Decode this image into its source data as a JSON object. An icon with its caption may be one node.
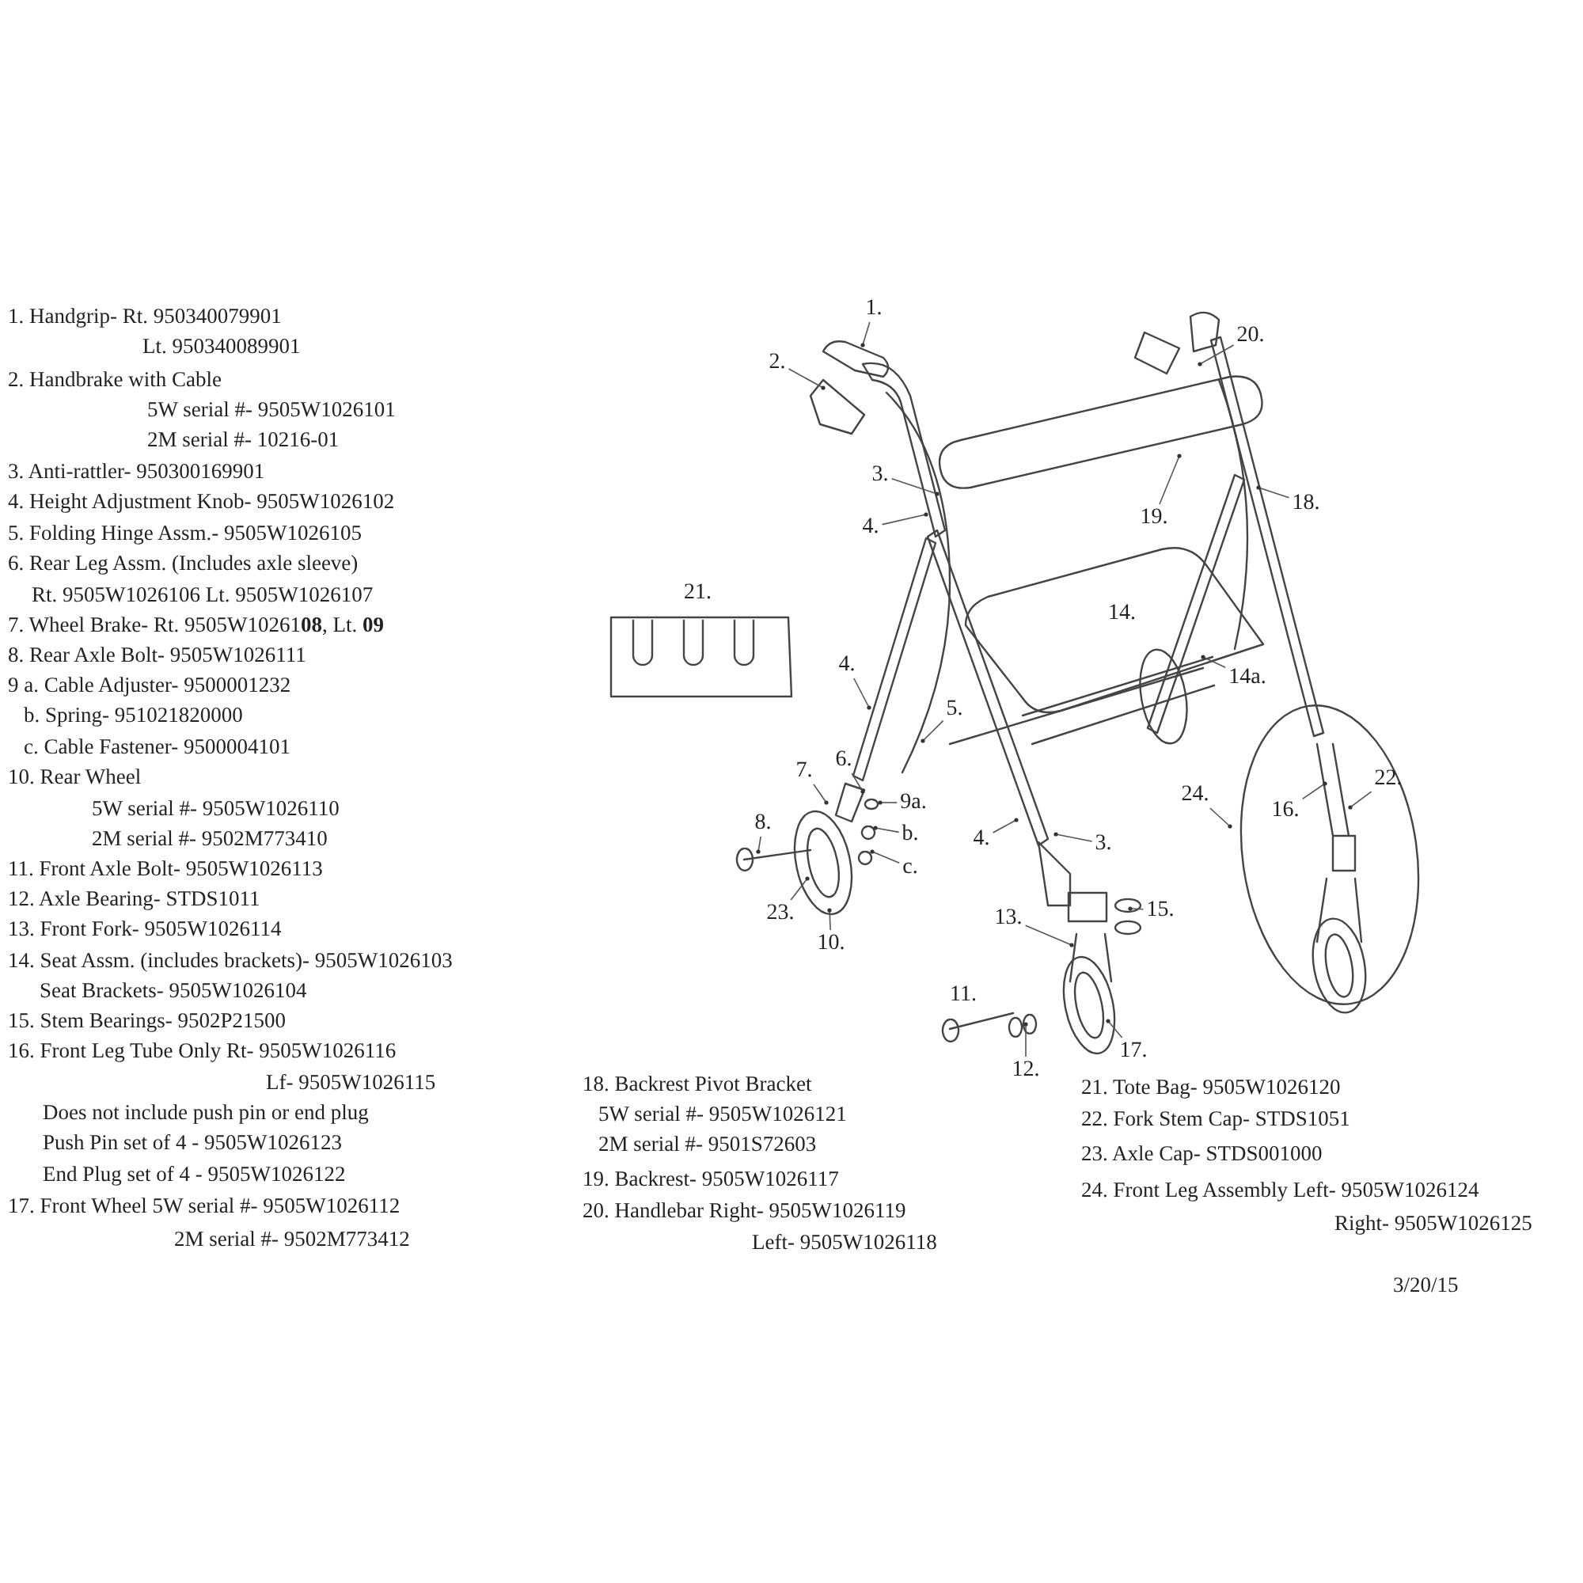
{
  "diagram": {
    "nodes": [
      {
        "text": [
          "1."
        ]
      },
      {
        "text": [
          "2."
        ]
      },
      {
        "text": [
          "20."
        ]
      },
      {
        "text": [
          "3."
        ]
      },
      {
        "text": [
          "18."
        ]
      },
      {
        "text": [
          "19."
        ]
      },
      {
        "text": [
          "4."
        ]
      },
      {
        "text": [
          "14a."
        ]
      },
      {
        "text": [
          "4."
        ]
      },
      {
        "text": [
          "5."
        ]
      },
      {
        "text": [
          "6."
        ]
      },
      {
        "text": [
          "7."
        ]
      },
      {
        "text": [
          "24."
        ]
      },
      {
        "text": [
          "16."
        ]
      },
      {
        "text": [
          "22."
        ]
      },
      {
        "text": [
          "9a."
        ]
      },
      {
        "text": [
          "8."
        ]
      },
      {
        "text": [
          "b."
        ]
      },
      {
        "text": [
          "4."
        ]
      },
      {
        "text": [
          "3."
        ]
      },
      {
        "text": [
          "c."
        ]
      },
      {
        "text": [
          "15."
        ]
      },
      {
        "text": [
          "23."
        ]
      },
      {
        "text": [
          "13."
        ]
      },
      {
        "text": [
          "10."
        ]
      },
      {
        "text": [
          "17."
        ]
      },
      {
        "text": [
          "12."
        ]
      }
    ],
    "edges": [
      {
        "from": 0,
        "to": null,
        "arrow": "none"
      },
      {
        "from": 1,
        "to": null,
        "arrow": "none"
      },
      {
        "from": 2,
        "to": null,
        "arrow": "none"
      },
      {
        "from": 3,
        "to": null,
        "arrow": "none"
      },
      {
        "from": 4,
        "to": null,
        "arrow": "none"
      },
      {
        "from": 5,
        "to": null,
        "arrow": "none"
      },
      {
        "from": 6,
        "to": null,
        "arrow": "none"
      },
      {
        "from": 7,
        "to": null,
        "arrow": "none"
      },
      {
        "from": 8,
        "to": null,
        "arrow": "none"
      },
      {
        "from": 9,
        "to": null,
        "arrow": "none"
      },
      {
        "from": 10,
        "to": null,
        "arrow": "none"
      },
      {
        "from": 11,
        "to": null,
        "arrow": "none"
      },
      {
        "from": 12,
        "to": null,
        "arrow": "none"
      },
      {
        "from": 13,
        "to": null,
        "arrow": "none"
      },
      {
        "from": 14,
        "to": null,
        "arrow": "none"
      },
      {
        "from": 15,
        "to": null,
        "arrow": "none"
      },
      {
        "from": 16,
        "to": null,
        "arrow": "none"
      },
      {
        "from": 17,
        "to": null,
        "arrow": "none"
      },
      {
        "from": 18,
        "to": null,
        "arrow": "none"
      },
      {
        "from": 19,
        "to": null,
        "arrow": "none"
      },
      {
        "from": 20,
        "to": null,
        "arrow": "none"
      },
      {
        "from": 21,
        "to": null,
        "arrow": "none"
      },
      {
        "from": 22,
        "to": null,
        "arrow": "none"
      },
      {
        "from": 23,
        "to": null,
        "arrow": "none"
      },
      {
        "from": 24,
        "to": null,
        "arrow": "none"
      },
      {
        "from": 25,
        "to": null,
        "arrow": "none"
      },
      {
        "from": 26,
        "to": null,
        "arrow": "none"
      }
    ],
    "labels": [
      "21.",
      "14.",
      "11.",
      "1. Handgrip- Rt. 950340079901",
      "Lt. 950340089901",
      "2. Handbrake with Cable",
      "5W serial #- 9505W1026101",
      "2M serial #- 10216-01",
      "3. Anti-rattler- 950300169901",
      "4. Height Adjustment Knob- 9505W1026102",
      "5. Folding Hinge Assm.- 9505W1026105",
      "6. Rear Leg Assm. (Includes axle sleeve)",
      "Rt. 9505W1026106  Lt. 9505W1026107",
      "7. Wheel Brake- Rt. 9505W10261**08**, Lt. **09**",
      "8. Rear Axle Bolt- 9505W1026111",
      "9 a. Cable Adjuster- 9500001232",
      "b. Spring- 951021820000",
      "c. Cable Fastener- 9500004101",
      "10. Rear Wheel",
      "5W serial #- 9505W1026110",
      "2M serial #- 9502M773410",
      "11. Front Axle Bolt- 9505W1026113",
      "12. Axle Bearing- STDS1011",
      "13. Front Fork- 9505W1026114",
      "14. Seat Assm. (includes brackets)- 9505W1026103",
      "Seat Brackets- 9505W1026104",
      "15. Stem Bearings- 9502P21500",
      "16. Front Leg Tube Only Rt- 9505W1026116",
      "Lf- 9505W1026115",
      "Does not include push pin or end plug",
      "Push Pin set of 4 - 9505W1026123",
      "End Plug set of 4 - 9505W1026122",
      "17. Front Wheel 5W serial #- 9505W1026112",
      "2M serial #- 9502M773412",
      "18. Backrest Pivot Bracket",
      "5W serial #- 9505W1026121",
      "2M serial #- 9501S72603",
      "19. Backrest- 9505W1026117",
      "20. Handlebar Right- 9505W1026119",
      "Left- 9505W1026118",
      "21. Tote Bag- 9505W1026120",
      "22. Fork Stem Cap- STDS1051",
      "23. Axle Cap- STDS001000",
      "24. Front Leg Assembly Left- 9505W1026124",
      "Right- 9505W1026125",
      "3/20/15"
    ]
  }
}
